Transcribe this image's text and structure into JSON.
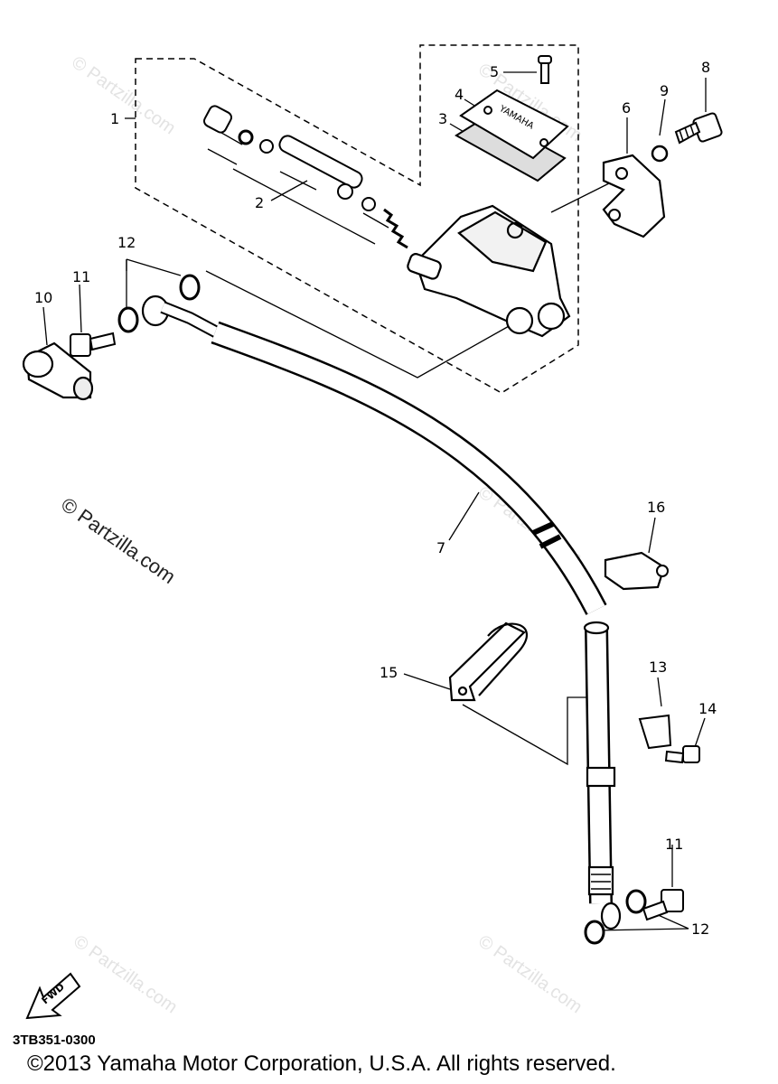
{
  "watermark": {
    "text": "© Partzilla.com",
    "color": "#e3e3e3",
    "strong_color": "#222222"
  },
  "callouts": {
    "c1": "1",
    "c2": "2",
    "c3": "3",
    "c4": "4",
    "c5": "5",
    "c6": "6",
    "c7": "7",
    "c8": "8",
    "c9": "9",
    "c10": "10",
    "c11": "11",
    "c11b": "11",
    "c12": "12",
    "c12b": "12",
    "c13": "13",
    "c14": "14",
    "c15": "15",
    "c16": "16"
  },
  "reservoir_cap_text": "YAMAHA",
  "fwd_label": "FWD",
  "diagram_code": "3TB351-0300",
  "copyright": "©2013 Yamaha Motor Corporation, U.S.A. All rights reserved."
}
